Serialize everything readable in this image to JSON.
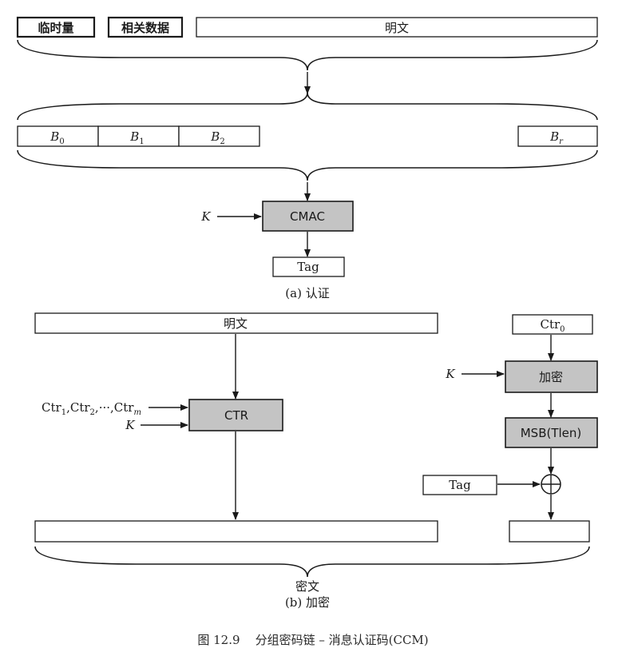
{
  "authentication": {
    "nonce_label": "临时量",
    "assoc_data_label": "相关数据",
    "plaintext_label": "明文",
    "blocks": [
      {
        "base": "B",
        "sub": "0"
      },
      {
        "base": "B",
        "sub": "1"
      },
      {
        "base": "B",
        "sub": "2"
      },
      {
        "base": "B",
        "sub": "r"
      }
    ],
    "key_label": "K",
    "cmac_label": "CMAC",
    "tag_label": "Tag",
    "caption": "(a) 认证"
  },
  "encryption": {
    "plaintext_label": "明文",
    "counters": {
      "base": "Ctr",
      "sub1": "1",
      "sub2": "2",
      "ellipsis": "···",
      "subm": "m"
    },
    "key_label": "K",
    "ctr_label": "CTR",
    "ctr0": {
      "base": "Ctr",
      "sub": "0"
    },
    "key_label_2": "K",
    "encrypt_label": "加密",
    "msb_label": "MSB(Tlen)",
    "tag_label": "Tag",
    "ciphertext_label": "密文",
    "caption": "(b) 加密"
  },
  "figure_caption": "图 12.9    分组密码链 – 消息认证码(CCM)"
}
